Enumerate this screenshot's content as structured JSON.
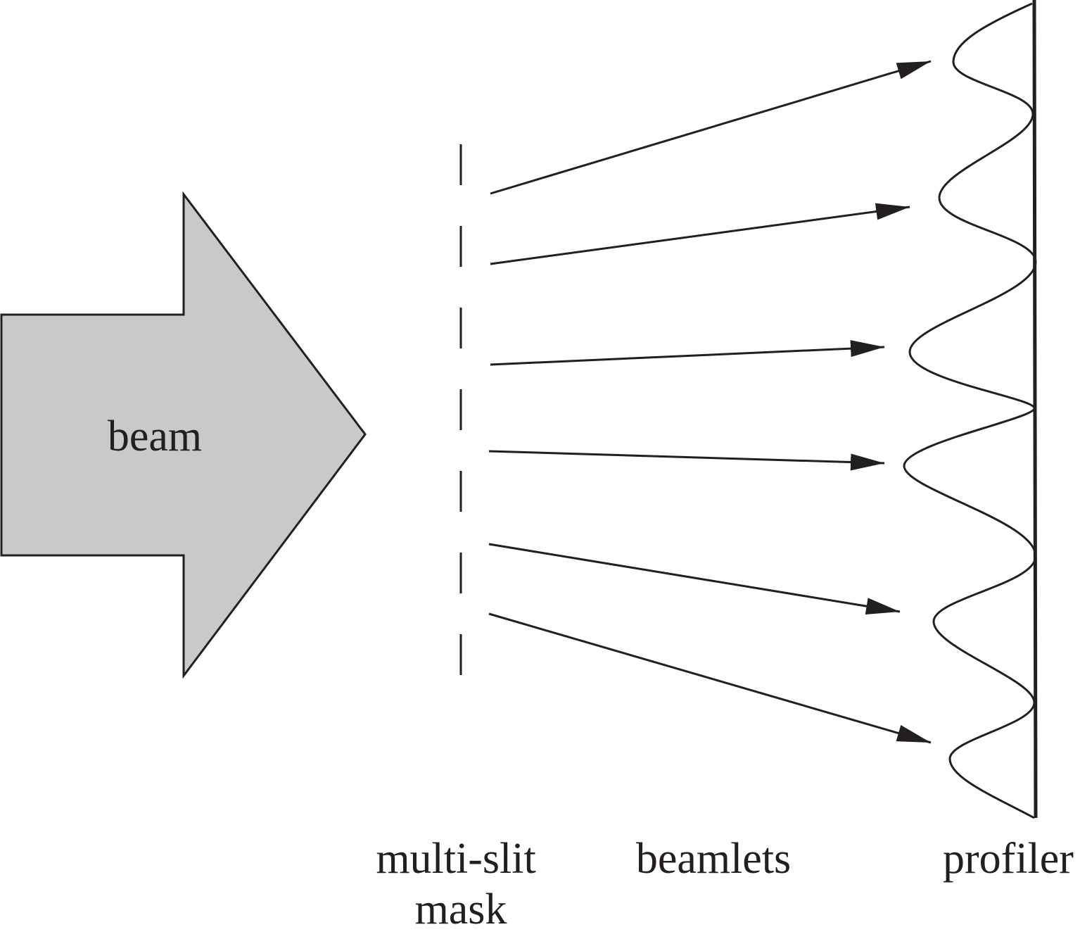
{
  "labels": {
    "beam": "beam",
    "mask_line1": "multi-slit",
    "mask_line2": "mask",
    "beamlets": "beamlets",
    "profiler": "profiler"
  },
  "colors": {
    "ink": "#231f20",
    "beam_fill": "#c8c9cb"
  }
}
